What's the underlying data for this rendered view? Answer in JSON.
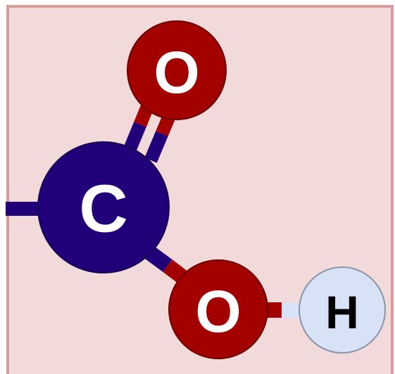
{
  "atoms": {
    "carbon": {
      "symbol": "C",
      "fill": "#21007a",
      "text_color": "#ffffff"
    },
    "oxygen_double": {
      "symbol": "O",
      "fill": "#a30000",
      "text_color": "#ffffff"
    },
    "oxygen_single": {
      "symbol": "O",
      "fill": "#a30000",
      "text_color": "#ffffff"
    },
    "hydrogen": {
      "symbol": "H",
      "fill": "#d8e2f7",
      "text_color": "#000000"
    }
  },
  "colors": {
    "panel_fill": "#f2dada",
    "panel_border": "#d99a9a",
    "bond_carbon_side": "#21007a",
    "bond_oxygen_side": "#a30000"
  }
}
